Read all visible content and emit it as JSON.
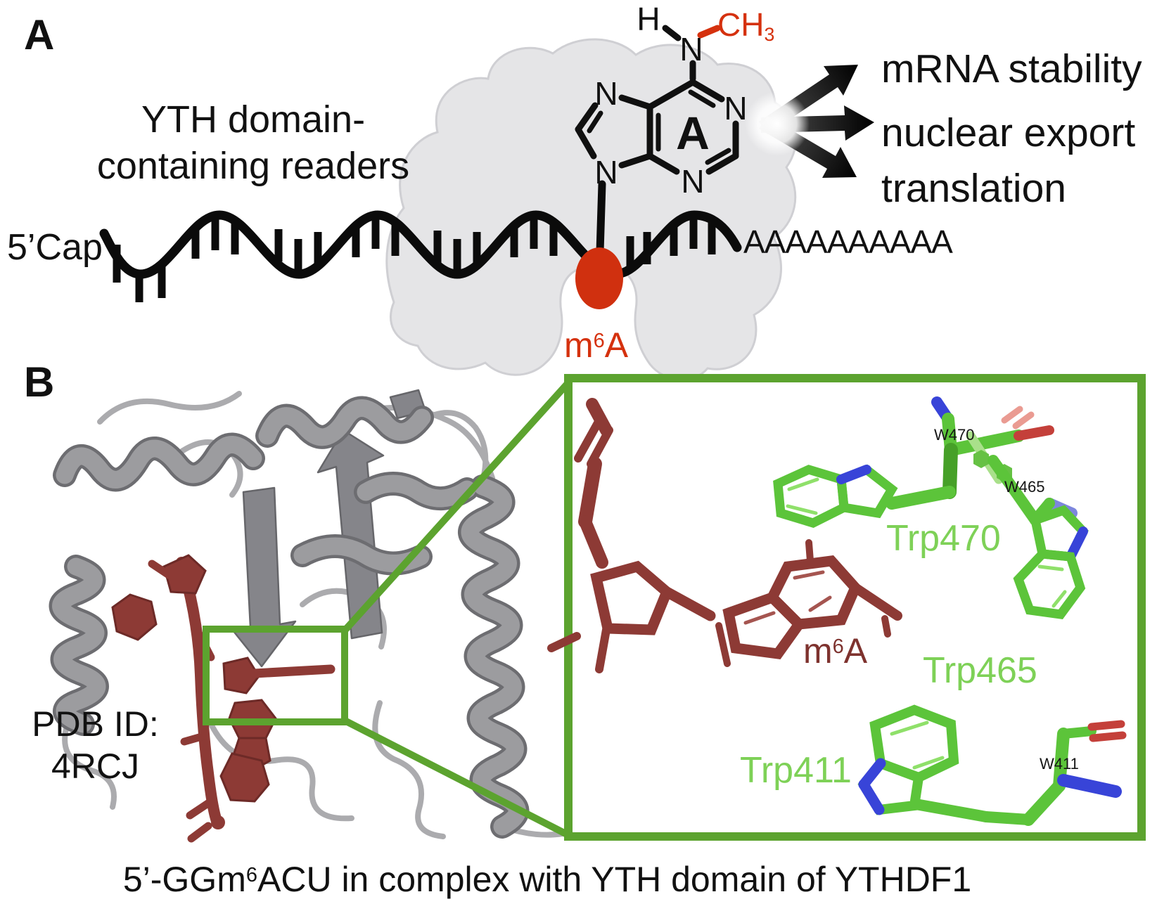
{
  "panel_a": {
    "label": "A",
    "reader_caption_line1": "YTH domain-",
    "reader_caption_line2": "containing readers",
    "outcomes": [
      "mRNA stability",
      "nuclear export",
      "translation"
    ],
    "mrna": {
      "cap_label": "5’Cap",
      "poly_a": "AAAAAAAAAA"
    },
    "m6a_label": {
      "base": "m",
      "sup": "6",
      "tail": "A"
    },
    "base": {
      "letter": "A",
      "nitrogen": "N",
      "amine_h": "H",
      "methyl": {
        "base": "CH",
        "sub": "3"
      }
    },
    "colors": {
      "accent_red": "#d5310e",
      "reader_gray": "#e5e5e7"
    }
  },
  "panel_b": {
    "label": "B",
    "pdb_id_line1": "PDB ID:",
    "pdb_id_line2": "4RCJ",
    "inset": {
      "residues": [
        "Trp470",
        "Trp465",
        "Trp411"
      ],
      "stick_tags": [
        "W470",
        "W465",
        "W411"
      ],
      "ligand": {
        "base": "m",
        "sup": "6",
        "tail": "A"
      },
      "colors": {
        "box_green": "#5ca32f",
        "label_green": "#7ed157",
        "stick_green": "#5cc43a",
        "nitrogen_blue": "#3844d8",
        "oxygen_red": "#c4403a",
        "ligand_red": "#8d3a35",
        "ribbon_gray": "#9c9c9f"
      }
    }
  },
  "caption": {
    "pre": "5’-GGm",
    "sup": "6",
    "post": "ACU in complex with YTH domain of YTHDF1"
  }
}
